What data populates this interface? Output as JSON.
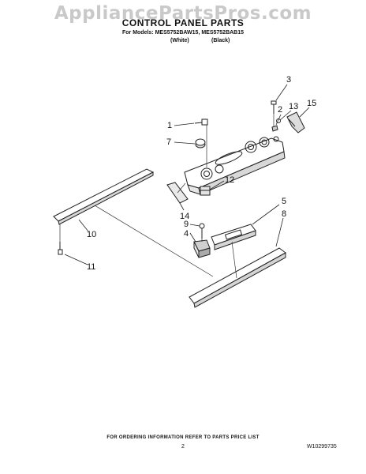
{
  "watermark": "AppliancePartsPros.com",
  "header": {
    "title": "CONTROL PANEL PARTS",
    "models_line": "For Models: MES5752BAW15, MES5752BAB15",
    "variant_white": "(White)",
    "variant_black": "(Black)"
  },
  "callouts": [
    "1",
    "2",
    "3",
    "4",
    "5",
    "7",
    "8",
    "9",
    "10",
    "11",
    "12",
    "13",
    "14",
    "15"
  ],
  "footer": {
    "note": "FOR ORDERING INFORMATION REFER TO PARTS PRICE LIST",
    "page_number": "2",
    "doc_number": "W10299735"
  }
}
